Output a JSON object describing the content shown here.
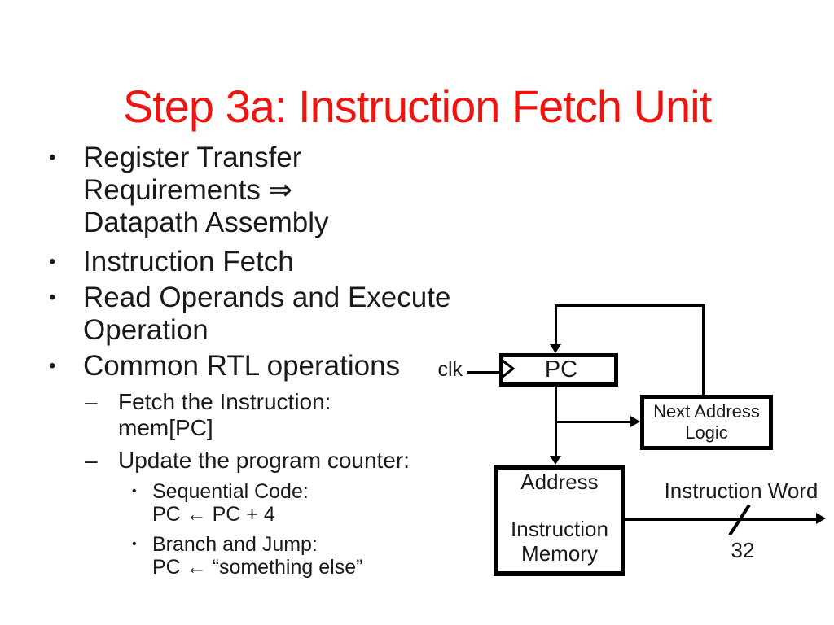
{
  "title": "Step 3a: Instruction Fetch Unit",
  "colors": {
    "title_red": "#ee1511",
    "text": "#1a1a1a",
    "line": "#000000",
    "background": "#ffffff"
  },
  "markers": {
    "l1": "•",
    "l2": "–",
    "l3": "•"
  },
  "items": [
    {
      "level": 1,
      "lines": [
        "Register Transfer",
        "Requirements ⇒",
        "Datapath Assembly"
      ]
    },
    {
      "level": 1,
      "lines": [
        "Instruction Fetch"
      ]
    },
    {
      "level": 1,
      "lines": [
        "Read Operands and Execute",
        "Operation"
      ]
    },
    {
      "level": 1,
      "lines": [
        "Common RTL operations"
      ]
    },
    {
      "level": 2,
      "lines": [
        "Fetch the Instruction:",
        "mem[PC]"
      ]
    },
    {
      "level": 2,
      "lines": [
        "Update the program counter:"
      ]
    },
    {
      "level": 3,
      "lines": [
        "Sequential Code:",
        "PC ← PC + 4"
      ]
    },
    {
      "level": 3,
      "lines": [
        "Branch and Jump:",
        "PC ← “something else”"
      ]
    }
  ],
  "diagram": {
    "clk_label": "clk",
    "pc_label": "PC",
    "next_address_logic_line1": "Next Address",
    "next_address_logic_line2": "Logic",
    "memory_port_label": "Address",
    "memory_name_line1": "Instruction",
    "memory_name_line2": "Memory",
    "output_label": "Instruction Word",
    "bus_width": "32"
  }
}
